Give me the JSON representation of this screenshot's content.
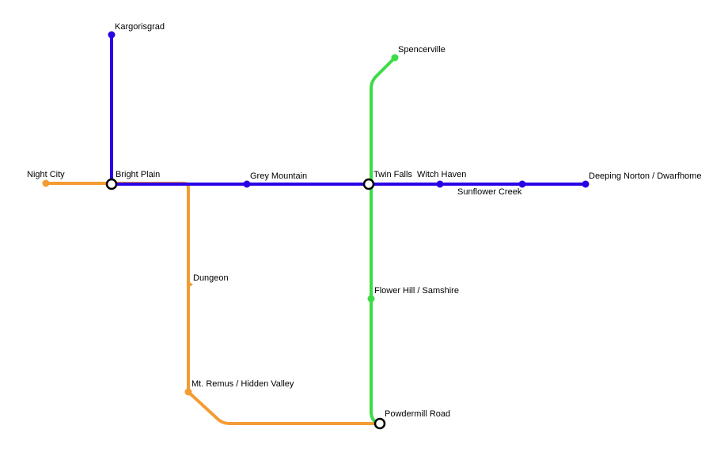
{
  "map": {
    "lines": [
      {
        "name": "",
        "color": "#f39c33"
      },
      {
        "name": "",
        "color": "#2a00e6"
      },
      {
        "name": "",
        "color": "#3ddc47"
      }
    ],
    "stations": {
      "kargorisgrad": "Kargorisgrad",
      "spencerville": "Spencerville",
      "night_city": "Night City",
      "bright_plain": "Bright Plain",
      "grey_mountain": "Grey Mountain",
      "twin_falls": "Twin Falls",
      "witch_haven": "Witch Haven",
      "deeping_norton": "Deeping Norton / Dwarfhome",
      "sunflower_creek": "Sunflower Creek",
      "dungeon": "Dungeon",
      "flower_hill": "Flower Hill / Samshire",
      "mt_remus": "Mt. Remus / Hidden Valley",
      "powdermill_road": "Powdermill Road"
    },
    "interchanges": [
      "Bright Plain",
      "Twin Falls",
      "Powdermill Road"
    ]
  }
}
